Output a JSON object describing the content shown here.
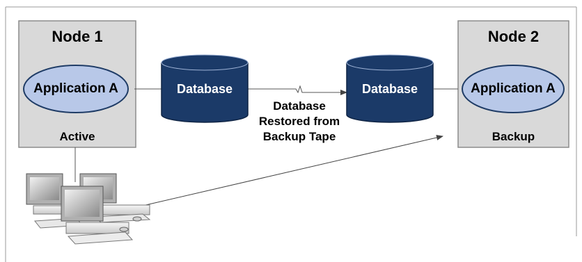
{
  "diagram": {
    "node1": {
      "title": "Node 1",
      "application": "Application A",
      "status": "Active"
    },
    "node2": {
      "title": "Node 2",
      "application": "Application A",
      "status": "Backup"
    },
    "database_left": {
      "label": "Database"
    },
    "database_right": {
      "label": "Database"
    },
    "restore_note": {
      "line1": "Database",
      "line2": "Restored from",
      "line3": "Backup Tape"
    }
  },
  "colors": {
    "node_fill": "#d9d9d9",
    "node_border": "#8c8c8c",
    "app_fill": "#b8c8e8",
    "app_border": "#1f3c66",
    "database_fill": "#1b3a68",
    "line": "#444444"
  },
  "icons": [
    "client-workstations-icon",
    "database-cylinder-icon"
  ]
}
